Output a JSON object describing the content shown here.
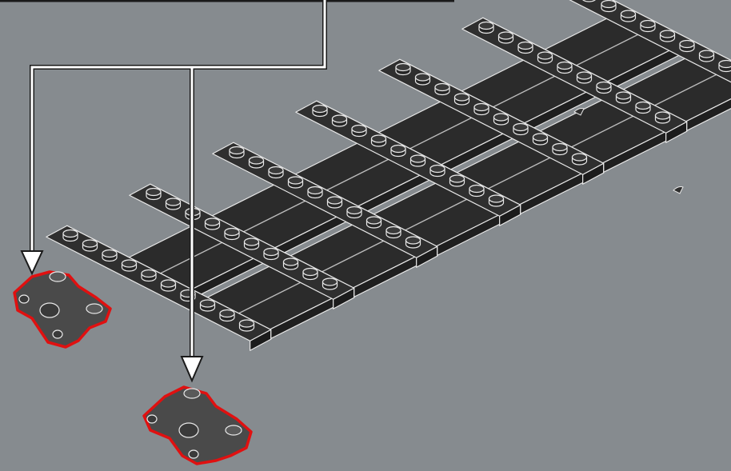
{
  "scene": {
    "background_color": "#868b8f",
    "brick_color": "#2f2f2f",
    "brick_edge_color": "#e9e9e9",
    "highlight_color": "#e01010",
    "callout_color": "#ffffff",
    "callout_outline_color": "#1a1a1a",
    "sleeper_count": 7,
    "studs_per_sleeper": 10,
    "highlighted_parts": 2
  }
}
